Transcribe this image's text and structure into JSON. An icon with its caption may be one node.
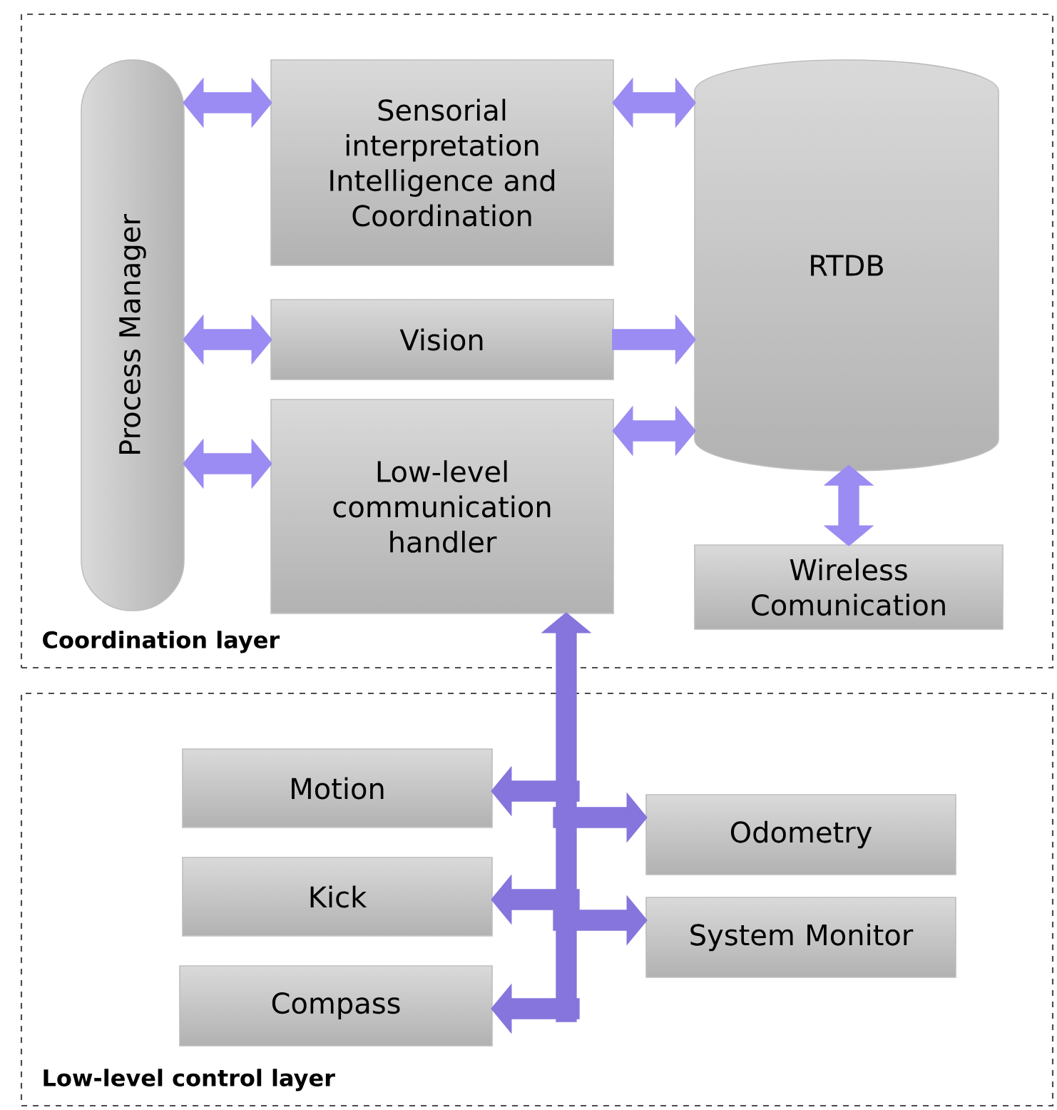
{
  "diagram": {
    "nodes": [
      {
        "text": [
          "Coordination layer"
        ]
      },
      {
        "text": [
          "Process Manager"
        ],
        "in": 0
      },
      {
        "text": [
          "Sensorial interpretation Intelligence and Coordination"
        ],
        "in": 0
      },
      {
        "text": [
          "Vision"
        ],
        "in": 0
      },
      {
        "text": [
          "Low-level communication handler"
        ],
        "in": 0
      },
      {
        "text": [
          "RTDB"
        ],
        "in": 0
      },
      {
        "text": [
          "Wireless Comunication"
        ],
        "in": 0
      },
      {
        "text": [
          "Low-level control layer"
        ]
      },
      {
        "text": [
          "Motion"
        ],
        "in": 7
      },
      {
        "text": [
          "Odometry"
        ],
        "in": 7
      },
      {
        "text": [
          "Kick"
        ],
        "in": 7
      },
      {
        "text": [
          "System Monitor"
        ],
        "in": 7
      },
      {
        "text": [
          "Compass"
        ],
        "in": 7
      }
    ],
    "edges": [
      {
        "from": 1,
        "to": 2,
        "arrow": "both"
      },
      {
        "from": 1,
        "to": 3,
        "arrow": "both"
      },
      {
        "from": 1,
        "to": 4,
        "arrow": "both"
      },
      {
        "from": 2,
        "to": 5,
        "arrow": "both"
      },
      {
        "from": 3,
        "to": 5,
        "arrow": "to"
      },
      {
        "from": 4,
        "to": 5,
        "arrow": "both"
      },
      {
        "from": 5,
        "to": 6,
        "arrow": "both"
      },
      {
        "from": 4,
        "to": 8,
        "arrow": "both"
      },
      {
        "from": 4,
        "to": 9,
        "arrow": "both"
      },
      {
        "from": 4,
        "to": 10,
        "arrow": "both"
      },
      {
        "from": 4,
        "to": 11,
        "arrow": "both"
      },
      {
        "from": 4,
        "to": 12,
        "arrow": "both"
      }
    ]
  }
}
